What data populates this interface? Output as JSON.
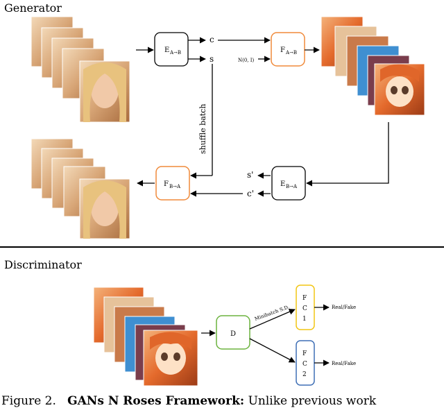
{
  "sections": {
    "generator": "Generator",
    "discriminator": "Discriminator"
  },
  "nodes": {
    "e_ab": "E",
    "e_ab_sub": "A→B",
    "f_ab": "F",
    "f_ab_sub": "A→B",
    "e_ba": "E",
    "e_ba_sub": "B→A",
    "f_ba": "F",
    "f_ba_sub": "B→A",
    "d": "D",
    "fc1": [
      "F",
      "C",
      "1"
    ],
    "fc2": [
      "F",
      "C",
      "2"
    ]
  },
  "labels": {
    "c": "c",
    "s": "s",
    "s_prime": "s'",
    "c_prime": "c'",
    "noise": "N(0, I)",
    "shuffle": "shuffle batch",
    "minibatch": "Minibatch S.D.",
    "real_fake_1": "Real/Fake",
    "real_fake_2": "Real/Fake"
  },
  "caption": {
    "prefix": "Figure 2.",
    "bold": "GANs N Roses Framework:",
    "rest": " Unlike previous work"
  },
  "colors": {
    "orange": "#f08a3a",
    "yellow": "#f2c514",
    "green": "#6cb33f",
    "blue": "#3f6fb5",
    "real_photo": "#d9a878",
    "anime_hair": "#e0662a"
  }
}
